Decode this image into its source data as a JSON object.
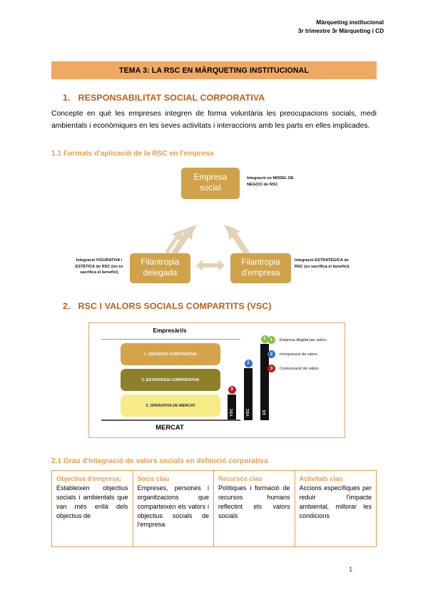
{
  "header": {
    "line1": "Màrqueting institucional",
    "line2": "3r trimestre 3r Màrqueting i CD"
  },
  "title_banner": {
    "text": "TEMA 3: LA RSC EN MÀRQUETING INSTITUCIONAL",
    "bg_color": "#f0a962"
  },
  "section1": {
    "number": "1.",
    "heading": "RESPONSABILITAT SOCIAL CORPORATIVA",
    "paragraph": "Concepte en què les empreses integren de forma voluntària les preocupacions socials, medi ambientals i econòmiques en les seves activitats i interaccions amb les parts en elles implicades.",
    "subheading": "1.1 Formats d'aplicació de la RSC en l'empresa"
  },
  "diagram1": {
    "boxes": [
      {
        "id": "empresa-social",
        "line1": "Empresa",
        "line2": "social",
        "color": "#d0a249"
      },
      {
        "id": "filantropia-delegada",
        "line1": "Filantropia",
        "line2": "delegada",
        "color": "#d0a249"
      },
      {
        "id": "filantropia-empresa",
        "line1": "Filantropia",
        "line2": "d'empresa",
        "color": "#d0a249"
      }
    ],
    "annotations": {
      "top_right": "Integració en MODEL DE NEGOCI de RSC",
      "bottom_left": "Integració FIGURATIVA / ESTÈTICA de RSC (no es sacrifica el benefici)",
      "bottom_right": "Integració ESTRATÈGICA de RSC (es sacrifica el benefici)"
    },
    "arrow_color": "#e3d2b8"
  },
  "section2": {
    "number": "2.",
    "heading": "RSC I VALORS SOCIALS COMPARTITS (VSC)",
    "subheading": "2.1 Grau d'integració de valors socials en definició corporativa"
  },
  "chart_data": {
    "type": "bar",
    "title": "Empresàri/s",
    "subtitle": "MERCAT",
    "categories": [
      "VSC",
      "VSC",
      "ES"
    ],
    "values": [
      26,
      53,
      78
    ],
    "ylim": [
      0,
      100
    ],
    "grid": false,
    "legend_position": "right",
    "bars": [
      {
        "label": "VSC",
        "badge": "3",
        "badge_color": "#c0181f",
        "value": 26
      },
      {
        "label": "VSC",
        "badge": "2",
        "badge_color": "#2f72c0",
        "value": 53
      },
      {
        "label": "ES",
        "badge": "1",
        "badge_color": "#86c14a",
        "value": 78
      }
    ],
    "legend": [
      {
        "num": "1",
        "color": "#86c14a",
        "label": "Empresa dirigida per valors"
      },
      {
        "num": "2",
        "color": "#2f72c0",
        "label": "Incorporació de valors"
      },
      {
        "num": "3",
        "color": "#c0181f",
        "label": "Comunicació de valors"
      }
    ],
    "layers": [
      {
        "num": "1",
        "label": "1. DEFINICIÓ CORPORATIVA",
        "color": "#d6a24a"
      },
      {
        "num": "2",
        "label": "2. ESTRATEGIA CORPORATIVA",
        "color": "#8e8028"
      },
      {
        "num": "3",
        "label": "3. OPERATIVA DE MERCAT",
        "color": "#f7eb86"
      }
    ],
    "frame_color": "#e8a36a"
  },
  "table": {
    "columns": [
      {
        "header": "Objectius d'empresa:",
        "body": "Estableixen objectius socials i ambientals que van més enllà dels objectius de"
      },
      {
        "header": "Socis clau",
        "body": "Empreses, persones i organitzacions que comparteixen els valors i objectius socials de l'empresa"
      },
      {
        "header": "Recursos clau",
        "body": "Polítiques i formació de recursos humans reflectint els valors socials"
      },
      {
        "header": "Activitats clau",
        "body": "Accions específiques per reduir l'impacte ambiental, millorar les condicions"
      }
    ],
    "border_color": "#ed9b47",
    "header_color": "#ed9b47"
  },
  "footer": {
    "page_number": "1"
  }
}
